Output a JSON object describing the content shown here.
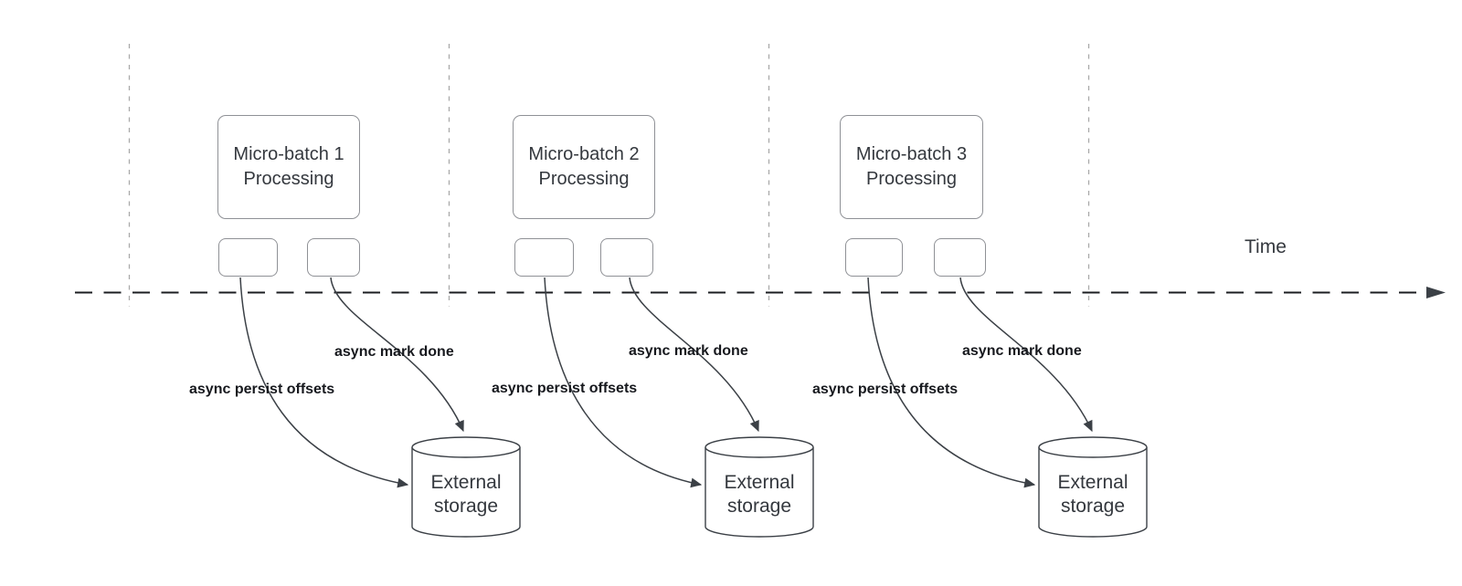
{
  "diagram": {
    "timeline": {
      "label": "Time"
    },
    "groups": [
      {
        "box_line1": "Micro-batch 1",
        "box_line2": "Processing",
        "persist_label": "async persist offsets",
        "done_label": "async mark done",
        "storage_line1": "External",
        "storage_line2": "storage"
      },
      {
        "box_line1": "Micro-batch 2",
        "box_line2": "Processing",
        "persist_label": "async persist offsets",
        "done_label": "async mark done",
        "storage_line1": "External",
        "storage_line2": "storage"
      },
      {
        "box_line1": "Micro-batch 3",
        "box_line2": "Processing",
        "persist_label": "async persist offsets",
        "done_label": "async mark done",
        "storage_line1": "External",
        "storage_line2": "storage"
      }
    ],
    "colors": {
      "box_border": "#8f9196",
      "gridline": "#a9a9a9",
      "diagram_stroke": "#3b4046",
      "axis_line": "#1b1d21",
      "label_text": "#17191e",
      "box_text": "#34383e"
    }
  }
}
